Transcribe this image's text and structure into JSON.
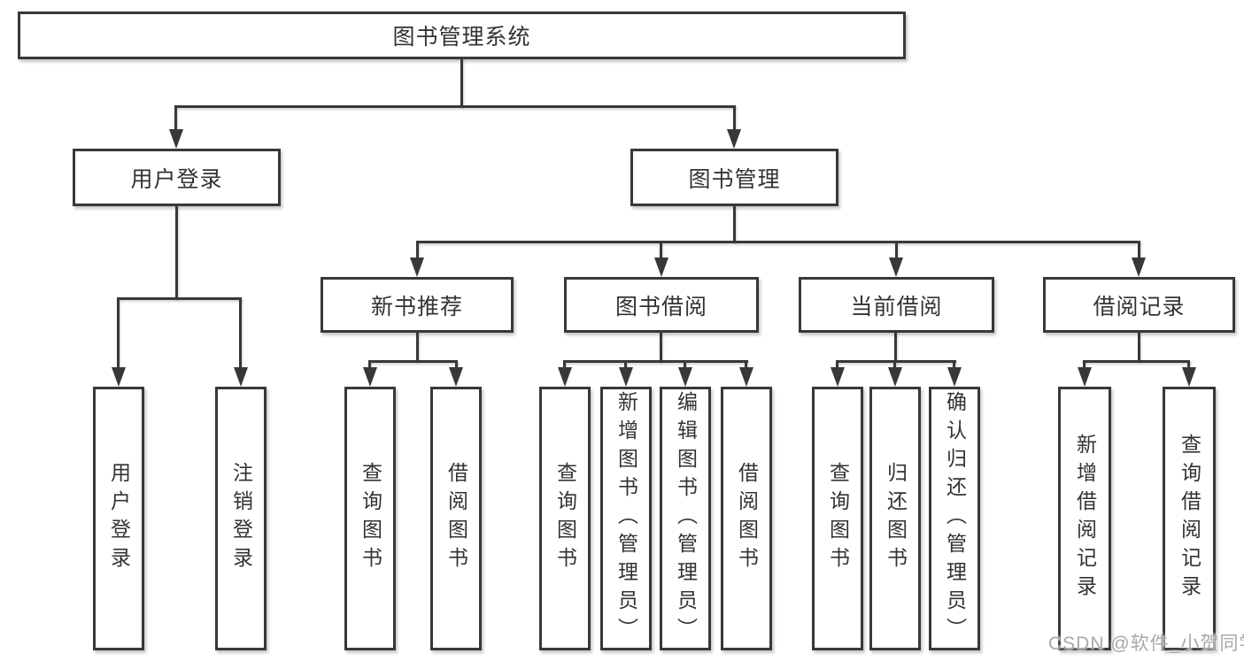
{
  "nodes": {
    "root": "图书管理系统",
    "level2": {
      "user_login": "用户登录",
      "book_management": "图书管理"
    },
    "level3": {
      "new_book_recommend": "新书推荐",
      "book_borrow": "图书借阅",
      "current_borrow": "当前借阅",
      "borrow_records": "借阅记录"
    },
    "leaves": {
      "user_login": "用户登录",
      "logout": "注销登录",
      "recommend_query_books": "查询图书",
      "recommend_borrow_books": "借阅图书",
      "borrow_query_books": "查询图书",
      "borrow_add_books": "新增图书（管理员）",
      "borrow_edit_books": "编辑图书（管理员）",
      "borrow_borrow_books": "借阅图书",
      "current_query_books": "查询图书",
      "current_return_books": "归还图书",
      "current_confirm_return": "确认归还（管理员）",
      "records_add_record": "新增借阅记录",
      "records_query_record": "查询借阅记录"
    }
  },
  "watermark": "CSDN @软件_小贺同学",
  "colors": {
    "line": "#383838",
    "text": "#333333",
    "background": "#ffffff",
    "watermark": "#a8a8a8"
  }
}
